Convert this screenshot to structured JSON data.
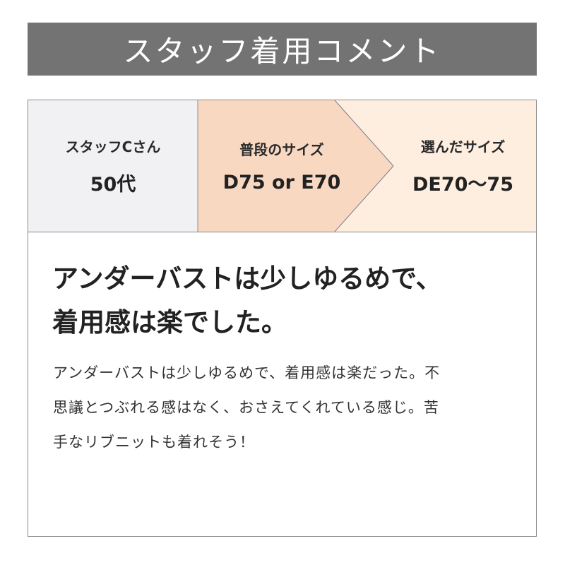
{
  "banner": {
    "title": "スタッフ着用コメント",
    "color": "#737373"
  },
  "info": {
    "staff": {
      "label": "スタッフCさん",
      "value": "50代",
      "color": "#f1f1f4"
    },
    "usual_size": {
      "label": "普段のサイズ",
      "value": "D75 or E70",
      "color": "#f9d8c1"
    },
    "chosen_size": {
      "label": "選んだサイズ",
      "value": "DE70〜75",
      "color": "#fdeee0"
    }
  },
  "comment": {
    "headline_lines": [
      "アンダーバストは少しゆるめで、",
      "着用感は楽でした。"
    ],
    "body_lines": [
      "アンダーバストは少しゆるめで、着用感は楽だった。不",
      "思議とつぶれる感はなく、おさえてくれている感じ。苦",
      "手なリブニットも着れそう！"
    ]
  }
}
